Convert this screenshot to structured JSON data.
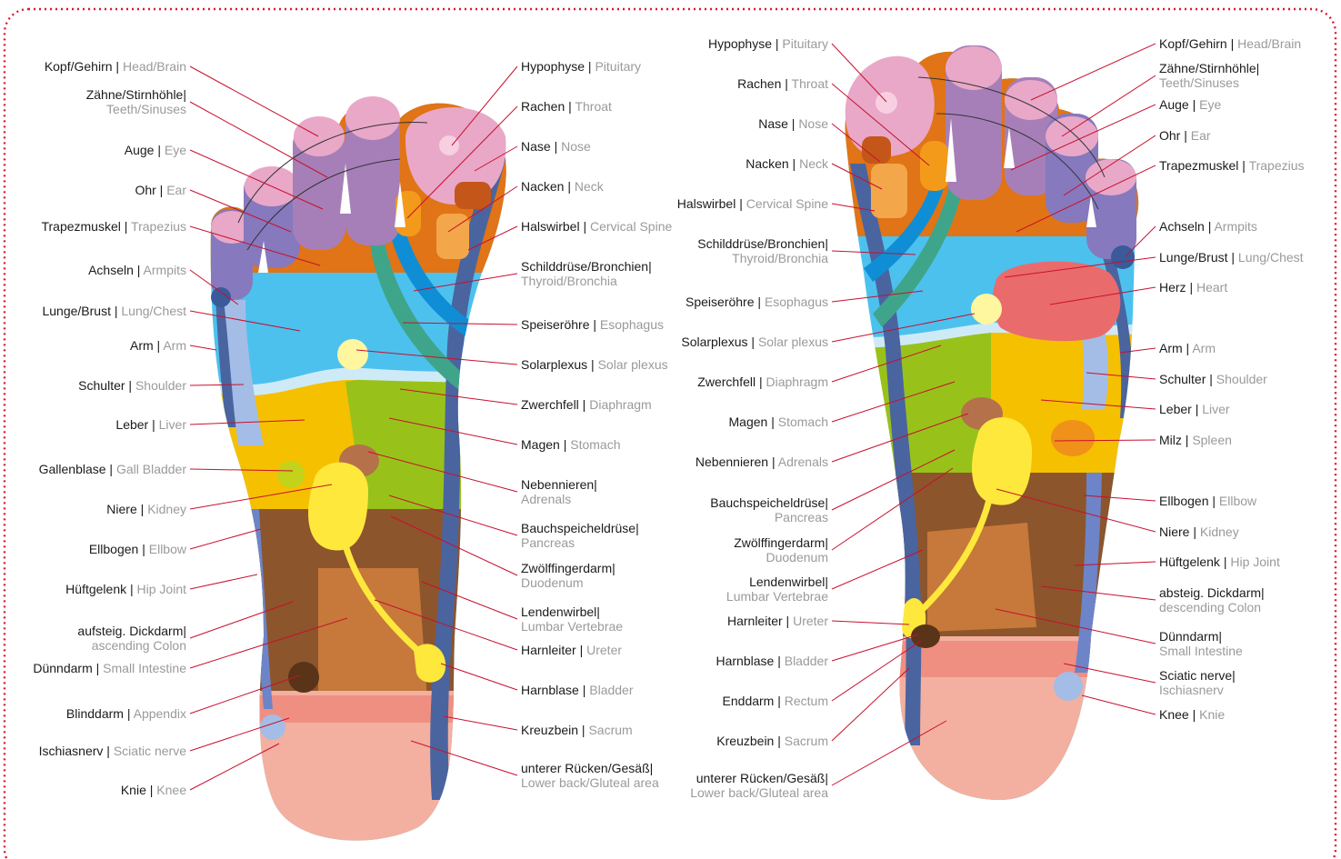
{
  "left_foot_labels": [
    {
      "de": "Kopf/Gehirn",
      "en": "Head/Brain"
    },
    {
      "de": "Zähne/Stirnhöhle",
      "en": "Teeth/Sinuses"
    },
    {
      "de": "Auge",
      "en": "Eye"
    },
    {
      "de": "Ohr",
      "en": "Ear"
    },
    {
      "de": "Trapezmuskel",
      "en": "Trapezius"
    },
    {
      "de": "Achseln",
      "en": "Armpits"
    },
    {
      "de": "Lunge/Brust",
      "en": "Lung/Chest"
    },
    {
      "de": "Arm",
      "en": "Arm"
    },
    {
      "de": "Schulter",
      "en": "Shoulder"
    },
    {
      "de": "Leber",
      "en": "Liver"
    },
    {
      "de": "Gallenblase",
      "en": "Gall Bladder"
    },
    {
      "de": "Niere",
      "en": "Kidney"
    },
    {
      "de": "Ellbogen",
      "en": "Ellbow"
    },
    {
      "de": "Hüftgelenk",
      "en": "Hip Joint"
    },
    {
      "de": "aufsteig. Dickdarm",
      "en": "ascending Colon"
    },
    {
      "de": "Dünndarm",
      "en": "Small Intestine"
    },
    {
      "de": "Blinddarm",
      "en": "Appendix"
    },
    {
      "de": "Ischiasnerv",
      "en": "Sciatic nerve"
    },
    {
      "de": "Knie",
      "en": "Knee"
    }
  ],
  "center_labels": [
    {
      "de": "Hypophyse",
      "en": "Pituitary"
    },
    {
      "de": "Rachen",
      "en": "Throat"
    },
    {
      "de": "Nase",
      "en": "Nose"
    },
    {
      "de": "Nacken",
      "en": "Neck"
    },
    {
      "de": "Halswirbel",
      "en": "Cervical Spine"
    },
    {
      "de": "Schilddrüse/Bronchien",
      "en": "Thyroid/Bronchia"
    },
    {
      "de": "Speiseröhre",
      "en": "Esophagus"
    },
    {
      "de": "Solarplexus",
      "en": "Solar plexus"
    },
    {
      "de": "Zwerchfell",
      "en": "Diaphragm"
    },
    {
      "de": "Magen",
      "en": "Stomach"
    },
    {
      "de": "Nebennieren",
      "en": "Adrenals"
    },
    {
      "de": "Bauchspeicheldrüse",
      "en": "Pancreas"
    },
    {
      "de": "Zwölffingerdarm",
      "en": "Duodenum"
    },
    {
      "de": "Lendenwirbel",
      "en": "Lumbar Vertebrae"
    },
    {
      "de": "Harnleiter",
      "en": "Ureter"
    },
    {
      "de": "Harnblase",
      "en": "Bladder"
    },
    {
      "de": "Kreuzbein",
      "en": "Sacrum"
    },
    {
      "de": "unterer Rücken/Gesäß",
      "en": "Lower back/Gluteal area"
    }
  ],
  "right_inner_labels": [
    {
      "de": "Hypophyse",
      "en": "Pituitary"
    },
    {
      "de": "Rachen",
      "en": "Throat"
    },
    {
      "de": "Nase",
      "en": "Nose"
    },
    {
      "de": "Nacken",
      "en": "Neck"
    },
    {
      "de": "Halswirbel",
      "en": "Cervical Spine"
    },
    {
      "de": "Schilddrüse/Bronchien",
      "en": "Thyroid/Bronchia"
    },
    {
      "de": "Speiseröhre",
      "en": "Esophagus"
    },
    {
      "de": "Solarplexus",
      "en": "Solar plexus"
    },
    {
      "de": "Zwerchfell",
      "en": "Diaphragm"
    },
    {
      "de": "Magen",
      "en": "Stomach"
    },
    {
      "de": "Nebennieren",
      "en": "Adrenals"
    },
    {
      "de": "Bauchspeicheldrüse",
      "en": "Pancreas"
    },
    {
      "de": "Zwölffingerdarm",
      "en": "Duodenum"
    },
    {
      "de": "Lendenwirbel",
      "en": "Lumbar Vertebrae"
    },
    {
      "de": "Harnleiter",
      "en": "Ureter"
    },
    {
      "de": "Harnblase",
      "en": "Bladder"
    },
    {
      "de": "Enddarm",
      "en": "Rectum"
    },
    {
      "de": "Kreuzbein",
      "en": "Sacrum"
    },
    {
      "de": "unterer Rücken/Gesäß",
      "en": "Lower back/Gluteal area"
    }
  ],
  "right_outer_labels": [
    {
      "de": "Kopf/Gehirn",
      "en": "Head/Brain"
    },
    {
      "de": "Zähne/Stirnhöhle",
      "en": "Teeth/Sinuses"
    },
    {
      "de": "Auge",
      "en": "Eye"
    },
    {
      "de": "Ohr",
      "en": "Ear"
    },
    {
      "de": "Trapezmuskel",
      "en": "Trapezius"
    },
    {
      "de": "Achseln",
      "en": "Armpits"
    },
    {
      "de": "Lunge/Brust",
      "en": "Lung/Chest"
    },
    {
      "de": "Herz",
      "en": "Heart"
    },
    {
      "de": "Arm",
      "en": "Arm"
    },
    {
      "de": "Schulter",
      "en": "Shoulder"
    },
    {
      "de": "Leber",
      "en": "Liver"
    },
    {
      "de": "Milz",
      "en": "Spleen"
    },
    {
      "de": "Ellbogen",
      "en": "Ellbow"
    },
    {
      "de": "Niere",
      "en": "Kidney"
    },
    {
      "de": "Hüftgelenk",
      "en": "Hip Joint"
    },
    {
      "de": "absteig. Dickdarm",
      "en": "descending Colon"
    },
    {
      "de": "Dünndarm",
      "en": "Small Intestine"
    },
    {
      "de": "Sciatic nerve",
      "en": "Ischiasnerv"
    },
    {
      "de": "Knee",
      "en": "Knie"
    }
  ],
  "colors": {
    "border": "#d9182e",
    "leader_line": "#c8102e",
    "toe_pink": "#e9a8c8",
    "toe_purple": "#9b86c0",
    "spine_blue": "#4a64a0",
    "lung_blue": "#4cc1ee",
    "liver_yellow": "#f5c000",
    "stomach_green": "#98c21a",
    "intestine_brown": "#9c5a2e",
    "kidney_yellow": "#ffe83c",
    "heel_pink": "#f3b0a0",
    "heart_red": "#ea6b6b"
  }
}
